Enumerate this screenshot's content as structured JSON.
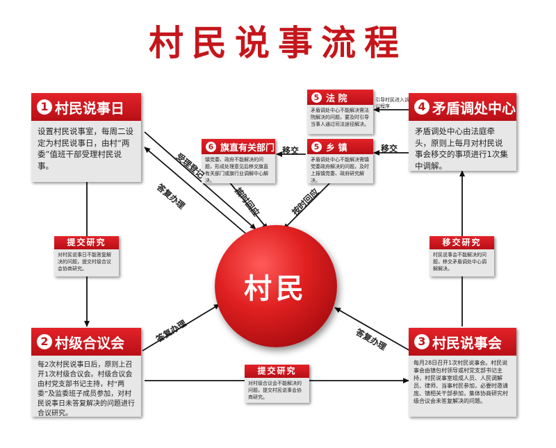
{
  "title": "村民说事流程",
  "center": "村民",
  "nodes": {
    "n1": {
      "num": "1",
      "title": "村民说事日",
      "text": "设置村民说事室，每周二设定为村民说事日，由村“两委”值班干部受理村民说事。"
    },
    "n2": {
      "num": "2",
      "title": "村级合议会",
      "text": "每2次村民说事日后，原则上召开1次村级合议会。村级合议会由村党支部书记主持，村“两委”及监委班子成员参加，对村民说事日未答复解决的问题进行合议研究。"
    },
    "n3": {
      "num": "3",
      "title": "村民说事会",
      "text": "每月28日召开1次村民说事会。村民说事会由镇包村领导或村党支部书记主持，村民说事室组成人员、人民调解员、律师、当事村民参加，必要时邀请庞、镇相关干部参加，集体协商研究村级合议会未答复解决的问题。"
    },
    "n4": {
      "num": "4",
      "title": "矛盾调处中心",
      "text": "矛盾调处中心由法庭牵头，原则上每月对村民说事会移交的事项进行1次集中调解。"
    },
    "n5a": {
      "num": "5",
      "title": "法  院",
      "text": "矛盾调处中心不能解决需法院解决的问题，要及时引导当事人通过司法途径解决。"
    },
    "n5b": {
      "num": "5",
      "title": "乡  镇",
      "text": "矛盾调处中心不能解决需镇党委政府解决的问题，及时上报镇党委、政府研究解决。"
    },
    "n6": {
      "num": "6",
      "title": "旗直有关部门",
      "text": "镇党委、政府不能解决的问题，形成处理意见后移交旗直有关部门或旗行业调解中心解决。"
    }
  },
  "notes": {
    "left": {
      "title": "提交研究",
      "text": "对村民说事日不能答复解决的问题，提交村级合议会协商研究。"
    },
    "bottom": {
      "title": "提交研究",
      "text": "对村级合议会不能解决的问题，提交村民说事会协商研究。"
    },
    "right": {
      "title": "移交研究",
      "text": "村民说事会不能解决的问题，移交矛盾调处中心调解解决。"
    }
  },
  "labels": {
    "accept": "受理登记",
    "reply1": "答复办理",
    "timely1": "按时回应",
    "timely2": "按时回应",
    "reply2": "答复办理",
    "reply3": "答复办理",
    "transfer1": "移交",
    "transfer2": "移交",
    "guide": "引导村民进入诉讼程序"
  },
  "colors": {
    "accent": "#c4161c",
    "panel": "#e7e7e7",
    "arrow": "#111111"
  }
}
